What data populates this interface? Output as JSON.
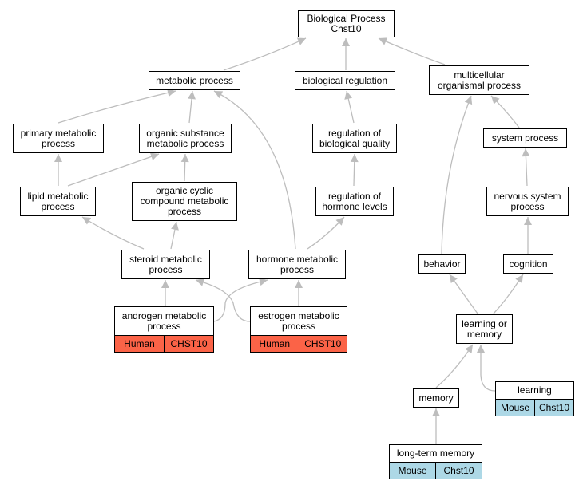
{
  "colors": {
    "edge": "#bdbdbd",
    "human_annotation": "#fb6347",
    "mouse_annotation": "#add8e6"
  },
  "nodes": {
    "root": "Biological Process\nChst10",
    "metabolic": "metabolic process",
    "bioreg": "biological regulation",
    "multicell": "multicellular\norganismal process",
    "primary": "primary metabolic\nprocess",
    "orgsub": "organic substance\nmetabolic process",
    "regqual": "regulation of\nbiological quality",
    "sysproc": "system process",
    "lipid": "lipid metabolic\nprocess",
    "cyclic": "organic cyclic\ncompound metabolic\nprocess",
    "reghorm": "regulation of\nhormone levels",
    "nervous": "nervous system\nprocess",
    "steroid": "steroid metabolic\nprocess",
    "hormone": "hormone metabolic\nprocess",
    "behavior": "behavior",
    "cognition": "cognition",
    "androgen": "androgen metabolic\nprocess",
    "estrogen": "estrogen metabolic\nprocess",
    "learnmem": "learning or\nmemory",
    "memory": "memory",
    "learning": "learning",
    "ltm": "long-term memory"
  },
  "annotations": {
    "androgen": [
      "Human",
      "CHST10"
    ],
    "estrogen": [
      "Human",
      "CHST10"
    ],
    "learning": [
      "Mouse",
      "Chst10"
    ],
    "ltm": [
      "Mouse",
      "Chst10"
    ]
  }
}
